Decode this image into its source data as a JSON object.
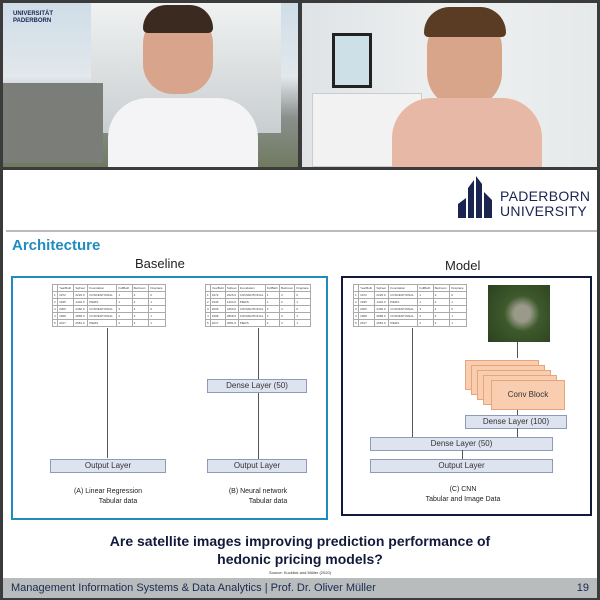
{
  "video_left": {
    "logo_text": "UNIVERSITÄT PADERBORN"
  },
  "slide": {
    "logo_line1": "PADERBORN",
    "logo_line2": "UNIVERSITY",
    "title": "Architecture",
    "baseline_label": "Baseline",
    "model_label": "Model",
    "table": {
      "headers": [
        "",
        "YearBuilt",
        "SqFeet",
        "Foundation",
        "FullBath",
        "Bedroom",
        "Fireplace"
      ],
      "rows": [
        [
          "1",
          "1972",
          "2226.0",
          "CONVENTIONAL",
          "1",
          "3",
          "0"
        ],
        [
          "2",
          "1935",
          "1404.0",
          "PIERS",
          "1",
          "2",
          "1"
        ],
        [
          "3",
          "2006",
          "4460.0",
          "CONVENTIONAL",
          "3",
          "4",
          "0"
        ],
        [
          "4",
          "1998",
          "2868.0",
          "CONVENTIONAL",
          "2",
          "3",
          "1"
        ],
        [
          "5",
          "2017",
          "2681.0",
          "PIERS",
          "2",
          "3",
          "1"
        ]
      ]
    },
    "a": {
      "output": "Output Layer",
      "cap1": "(A)  Linear Regression",
      "cap2": "Tabular data"
    },
    "b": {
      "dense": "Dense Layer (50)",
      "output": "Output Layer",
      "cap1": "(B) Neural network",
      "cap2": "Tabular data"
    },
    "c": {
      "conv": "Conv Block",
      "dense100": "Dense Layer (100)",
      "dense50": "Dense Layer (50)",
      "output": "Output Layer",
      "cap1": "(C)  CNN",
      "cap2": "Tabular and Image Data"
    },
    "question1": "Are satellite images improving prediction performance of",
    "question2": "hedonic pricing models?",
    "source": "Source: Kucklick and Müller (2020)"
  },
  "footer": {
    "text": "Management Information Systems & Data Analytics | Prof. Dr. Oliver Müller",
    "page": "19"
  }
}
